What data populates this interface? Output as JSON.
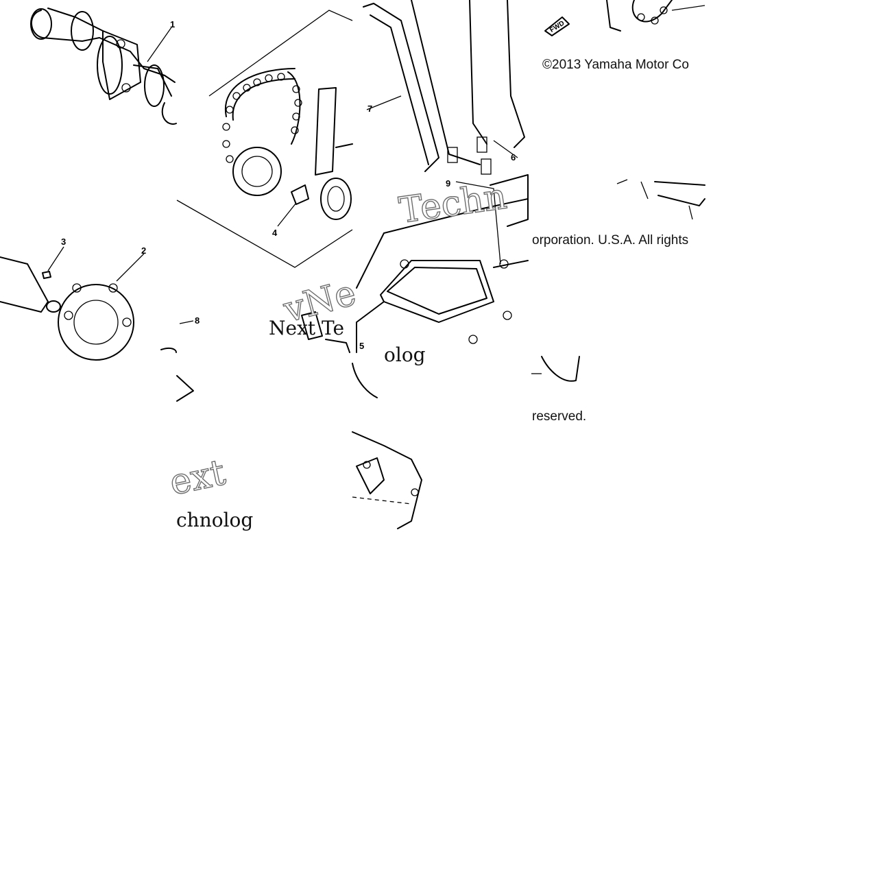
{
  "copyright": {
    "line1": "©2013 Yamaha Motor Co",
    "line2": "orporation. U.S.A. All rights",
    "line3": "reserved."
  },
  "watermarks": {
    "tech_1": "Techn",
    "next_1": "vNe",
    "next_2": "Next Te",
    "chno_1": "olog",
    "ext_1": "ext",
    "chno_2": "chnolog"
  },
  "fwd_marker": "FWD",
  "part_labels": [
    "1",
    "2",
    "3",
    "4",
    "5",
    "6",
    "7",
    "8",
    "9"
  ]
}
